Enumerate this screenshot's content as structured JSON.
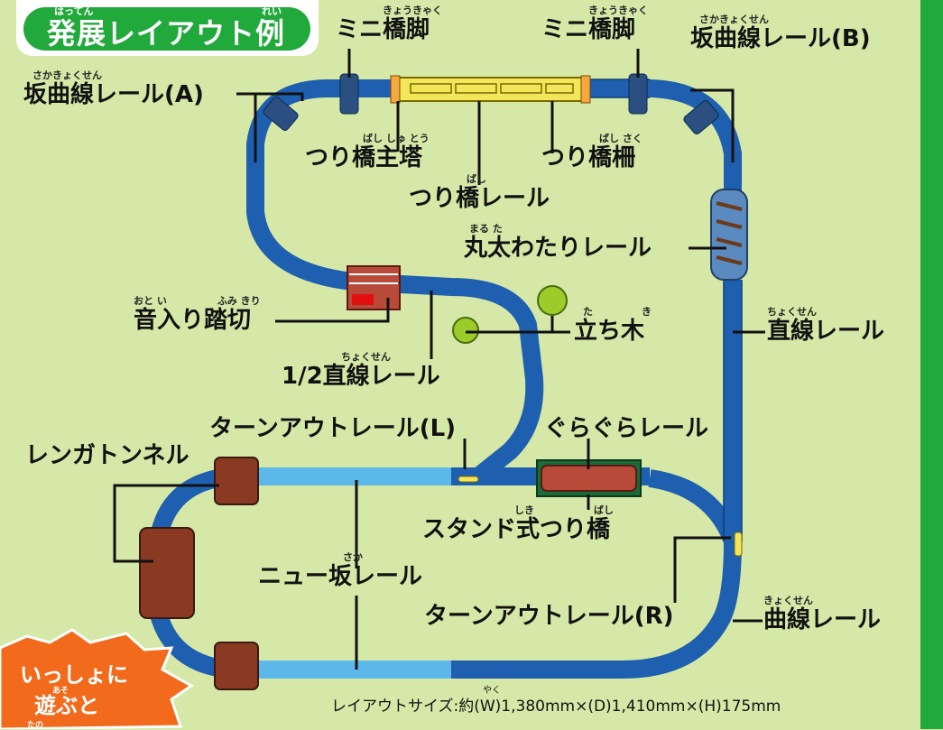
{
  "title": {
    "text": "発展レイアウト例",
    "ruby_1": "はってん",
    "ruby_2": "れい"
  },
  "labels": {
    "mini_pier_left": {
      "text": "ミニ橋脚",
      "ruby": "きょうきゃく"
    },
    "mini_pier_right": {
      "text": "ミニ橋脚",
      "ruby": "きょうきゃく"
    },
    "slope_curve_b": {
      "text": "坂曲線レール(B)",
      "ruby": "さかきょくせん"
    },
    "slope_curve_a": {
      "text": "坂曲線レール(A)",
      "ruby": "さかきょくせん"
    },
    "tower": {
      "text": "つり橋主塔",
      "ruby": "ばし しゅ とう"
    },
    "fence": {
      "text": "つり橋柵",
      "ruby": "ばし さく"
    },
    "suspension_rail": {
      "text": "つり橋レール",
      "ruby": "ばし"
    },
    "log_rail": {
      "text": "丸太わたりレール",
      "ruby": "まる た"
    },
    "crossing": {
      "text": "音入り踏切",
      "ruby_1": "おと い",
      "ruby_2": "ふみ きり"
    },
    "tree": {
      "text": "立ち木",
      "ruby_1": "た",
      "ruby_2": "き"
    },
    "straight_rail": {
      "text": "直線レール",
      "ruby": "ちょくせん"
    },
    "half_straight": {
      "text": "1/2直線レール",
      "ruby": "ちょくせん"
    },
    "turnout_l": {
      "text": "ターンアウトレール(L)"
    },
    "wobble_rail": {
      "text": "ぐらぐらレール"
    },
    "brick_tunnel": {
      "text": "レンガトンネル"
    },
    "stand_bridge": {
      "text": "スタンド式つり橋",
      "ruby_1": "しき",
      "ruby_2": "ばし"
    },
    "new_slope": {
      "text": "ニュー坂レール",
      "ruby": "さか"
    },
    "turnout_r": {
      "text": "ターンアウトレール(R)"
    },
    "curve_rail": {
      "text": "曲線レール",
      "ruby": "きょくせん"
    }
  },
  "badge": {
    "line1": "いっしょに",
    "line2": "遊ぶと",
    "ruby_1": "あそ",
    "ruby_2": "たの"
  },
  "layout_size": {
    "text": "レイアウトサイズ:約(W)1,380mm×(D)1,410mm×(H)175mm",
    "ruby": "やく"
  },
  "colors": {
    "background": "#d6e8a8",
    "rail": "#1f5fb0",
    "slope_rail": "#5cb8e8",
    "brand_green": "#21a93c",
    "tunnel": "#8a3a22",
    "bridge": "#f2e75a",
    "badge_orange": "#f26a1b"
  }
}
